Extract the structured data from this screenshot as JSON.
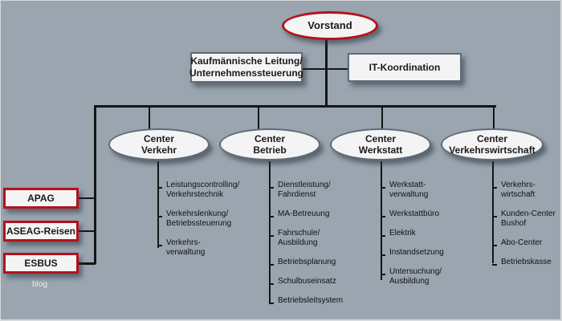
{
  "chart": {
    "root": "Vorstand",
    "staff": [
      {
        "label": "Kaufmännische Leitung/\nUnternehmenssteuerung"
      },
      {
        "label": "IT-Koordination"
      }
    ],
    "subsidiaries": [
      "APAG",
      "ASEAG-Reisen",
      "ESBUS"
    ],
    "centers": [
      {
        "label": "Center\nVerkehr",
        "items": [
          "Leistungscontrolling/\nVerkehrstechnik",
          "Verkehrslenkung/\nBetriebssteuerung",
          "Verkehrs-\nverwaltung"
        ]
      },
      {
        "label": "Center\nBetrieb",
        "items": [
          "Dienstleistung/\nFahrdienst",
          "MA-Betreuung",
          "Fahrschule/\nAusbildung",
          "Betriebsplanung",
          "Schulbuseinsatz",
          "Betriebsleitsystem"
        ]
      },
      {
        "label": "Center\nWerkstatt",
        "items": [
          "Werkstatt-\nverwaltung",
          "Werkstattbüro",
          "Elektrik",
          "Instandsetzung",
          "Untersuchung/\nAusbildung"
        ]
      },
      {
        "label": "Center\nVerkehrswirtschaft",
        "items": [
          "Verkehrs-\nwirtschaft",
          "Kunden-Center\nBushof",
          "Abo-Center",
          "Betriebskasse"
        ]
      }
    ],
    "watermark": "blog"
  },
  "colors": {
    "background": "#9aa5b0",
    "accent_border": "#b3121d",
    "node_fill": "#f4f4f4",
    "line": "#151515"
  }
}
